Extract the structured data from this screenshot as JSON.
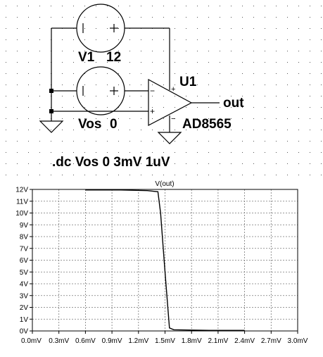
{
  "schematic": {
    "v1_label": "V1",
    "v1_value": "12",
    "vos_label": "Vos",
    "vos_value": "0",
    "u1_label": "U1",
    "u1_part": "AD8565",
    "out_label": "out",
    "directive": ".dc Vos 0 3mV 1uV",
    "plus_sign": "+",
    "minus_sign": "−"
  },
  "chart_data": {
    "type": "line",
    "title": "V(out)",
    "xlabel": "",
    "ylabel": "",
    "xlim": [
      0,
      3.0
    ],
    "ylim": [
      0,
      12
    ],
    "x_ticks": [
      "0.0mV",
      "0.3mV",
      "0.6mV",
      "0.9mV",
      "1.2mV",
      "1.5mV",
      "1.8mV",
      "2.1mV",
      "2.4mV",
      "2.7mV",
      "3.0mV"
    ],
    "y_ticks": [
      "0V",
      "1V",
      "2V",
      "3V",
      "4V",
      "5V",
      "6V",
      "7V",
      "8V",
      "9V",
      "10V",
      "11V",
      "12V"
    ],
    "grid": true,
    "series": [
      {
        "color": "#000000",
        "x": [
          0.6,
          1.0,
          1.3,
          1.42,
          1.45,
          1.5,
          1.55,
          1.6,
          2.0,
          2.4
        ],
        "y": [
          11.95,
          11.95,
          11.9,
          11.8,
          10.0,
          5.0,
          0.25,
          0.1,
          0.05,
          0.05
        ]
      }
    ]
  }
}
